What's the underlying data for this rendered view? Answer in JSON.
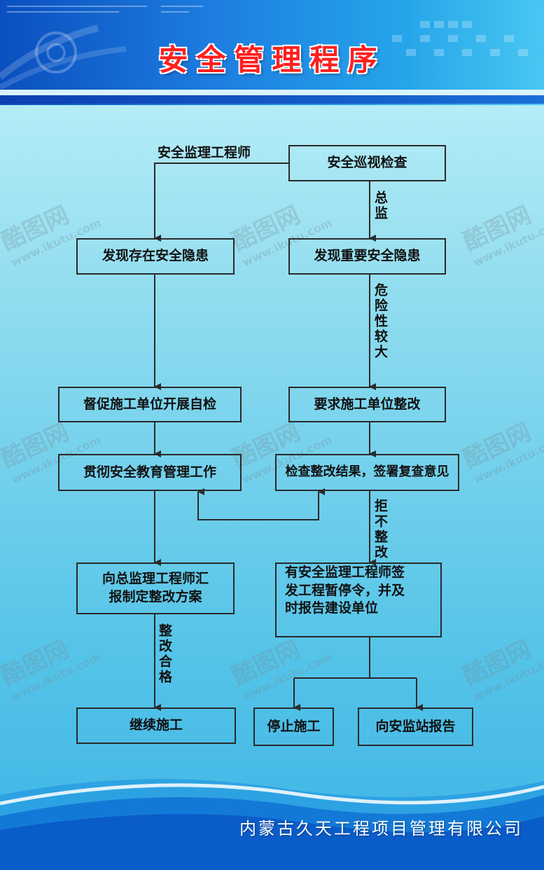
{
  "header": {
    "title": "安全管理程序"
  },
  "watermark": {
    "brand": "酷图网",
    "url": "www.ikutu.com"
  },
  "flow": {
    "start": "安全巡视检查",
    "left_branch_label": "安全监理工程师",
    "right_branch_label": "总监",
    "left": {
      "found": "发现存在安全隐患",
      "urge": "督促施工单位开展自检",
      "educate": "贯彻安全教育管理工作",
      "report_lines": [
        "向总监理工程师汇",
        "报制定整改方案"
      ],
      "ok_label": "整改合格",
      "continue": "继续施工"
    },
    "right": {
      "found": "发现重要安全隐患",
      "danger_label": "危险性较大",
      "require": "要求施工单位整改",
      "check": "检查整改结果，签署复查意见",
      "refuse_label": "拒不整改",
      "order_lines": [
        "有安全监理工程师签",
        "发工程暂停令，并及",
        "时报告建设单位"
      ],
      "stop": "停止施工",
      "report_station": "向安监站报告"
    }
  },
  "footer": {
    "company": "内蒙古久天工程项目管理有限公司"
  },
  "colors": {
    "title": "#ff1f1f",
    "line": "#2a2a2a",
    "header": "#1d7ee0"
  }
}
